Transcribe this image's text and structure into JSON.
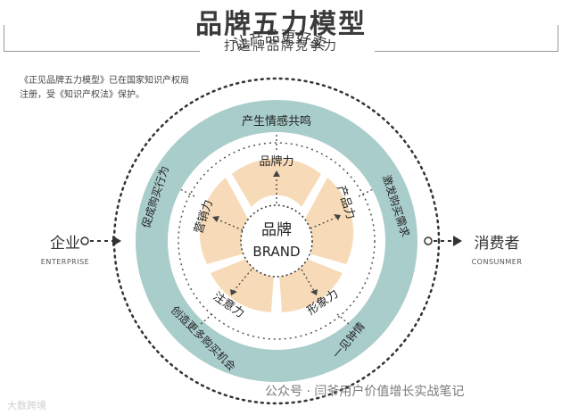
{
  "header": {
    "title": "品牌五力模型",
    "subtitle": "打造牌品牌竞争力"
  },
  "copyright_note": "《正见品牌五力模型》已在国家知识产权局注册，受《知识产权法》保护。",
  "top_arc_label": "让产品更好卖",
  "center": {
    "zh": "品牌",
    "en": "BRAND"
  },
  "forces": {
    "brand": "品牌力",
    "product": "产品力",
    "image": "形象力",
    "attention": "注意力",
    "marketing": "营销力"
  },
  "outer_labels": {
    "emotional": "产生情感共鸣",
    "demand": "激发购买需求",
    "love": "一见钟情",
    "opportunities": "创造更多购买机会",
    "behavior": "促成购买行为"
  },
  "left": {
    "zh": "企业",
    "en": "ENTERPRISE"
  },
  "right": {
    "zh": "消费者",
    "en": "CONSUNMER"
  },
  "watermarks": {
    "left": "大数跨境",
    "right": "公众号 · 闫爷用户价值增长实战笔记"
  },
  "colors": {
    "teal_ring": "#a9cdcb",
    "petal": "#f7dbb8",
    "dark_dash": "#333333"
  }
}
